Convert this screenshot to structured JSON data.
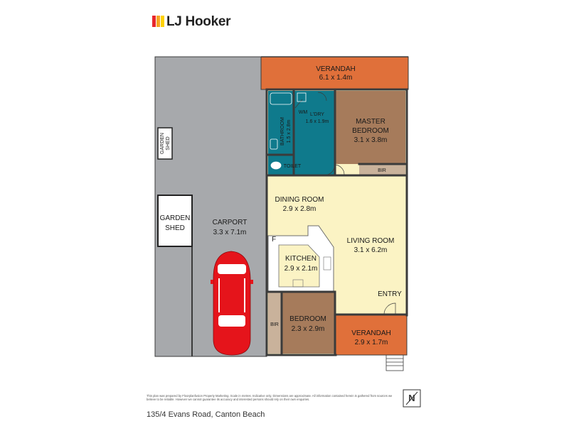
{
  "brand": {
    "name": "LJ Hooker",
    "bar_colors": [
      "#e7272d",
      "#f7a521",
      "#ffd200"
    ]
  },
  "colors": {
    "carport": "#a7a9ac",
    "verandah": "#e0703a",
    "wet_area": "#0f7a8c",
    "bedroom": "#a67b5b",
    "bir": "#c9b29b",
    "living": "#fbf3c4",
    "wall": "#3b3b3b",
    "car": "#e5141b"
  },
  "rooms": {
    "verandah_top": {
      "name": "VERANDAH",
      "size": "6.1 x 1.4m"
    },
    "laundry": {
      "name": "L'DRY",
      "size": "1.6 x 1.9m"
    },
    "wm": "WM",
    "bathroom": {
      "name": "BATHROOM",
      "size": "1.5 x 2.8m"
    },
    "toilet": "TOILET",
    "master": {
      "name1": "MASTER",
      "name2": "BEDROOM",
      "size": "3.1 x 3.8m"
    },
    "bir_master": "BIR",
    "dining": {
      "name": "DINING ROOM",
      "size": "2.9 x 2.8m"
    },
    "living": {
      "name": "LIVING ROOM",
      "size": "3.1 x 6.2m"
    },
    "kitchen": {
      "name": "KITCHEN",
      "size": "2.9 x 2.1m"
    },
    "fridge": "F",
    "entry": "ENTRY",
    "bedroom": {
      "name": "BEDROOM",
      "size": "2.3 x 2.9m"
    },
    "bir_bed": "BIR",
    "verandah_bottom": {
      "name": "VERANDAH",
      "size": "2.9 x 1.7m"
    },
    "carport": {
      "name": "CARPORT",
      "size": "3.3 x 7.1m"
    },
    "shed_small": {
      "line1": "GARDEN",
      "line2": "SHED"
    },
    "shed_large": {
      "line1": "GARDEN",
      "line2": "SHED"
    }
  },
  "disclaimer": "This plan was prepared by Floorplanfusion Property Marketing. Scale in metres. Indicative only. Dimensions are approximate. All information contained herein is gathered from sources we believe to be reliable. However we cannot guarantee its accuracy and interested persons should rely on their own enquiries.",
  "address": "135/4 Evans Road, Canton Beach",
  "compass_letter": "N"
}
